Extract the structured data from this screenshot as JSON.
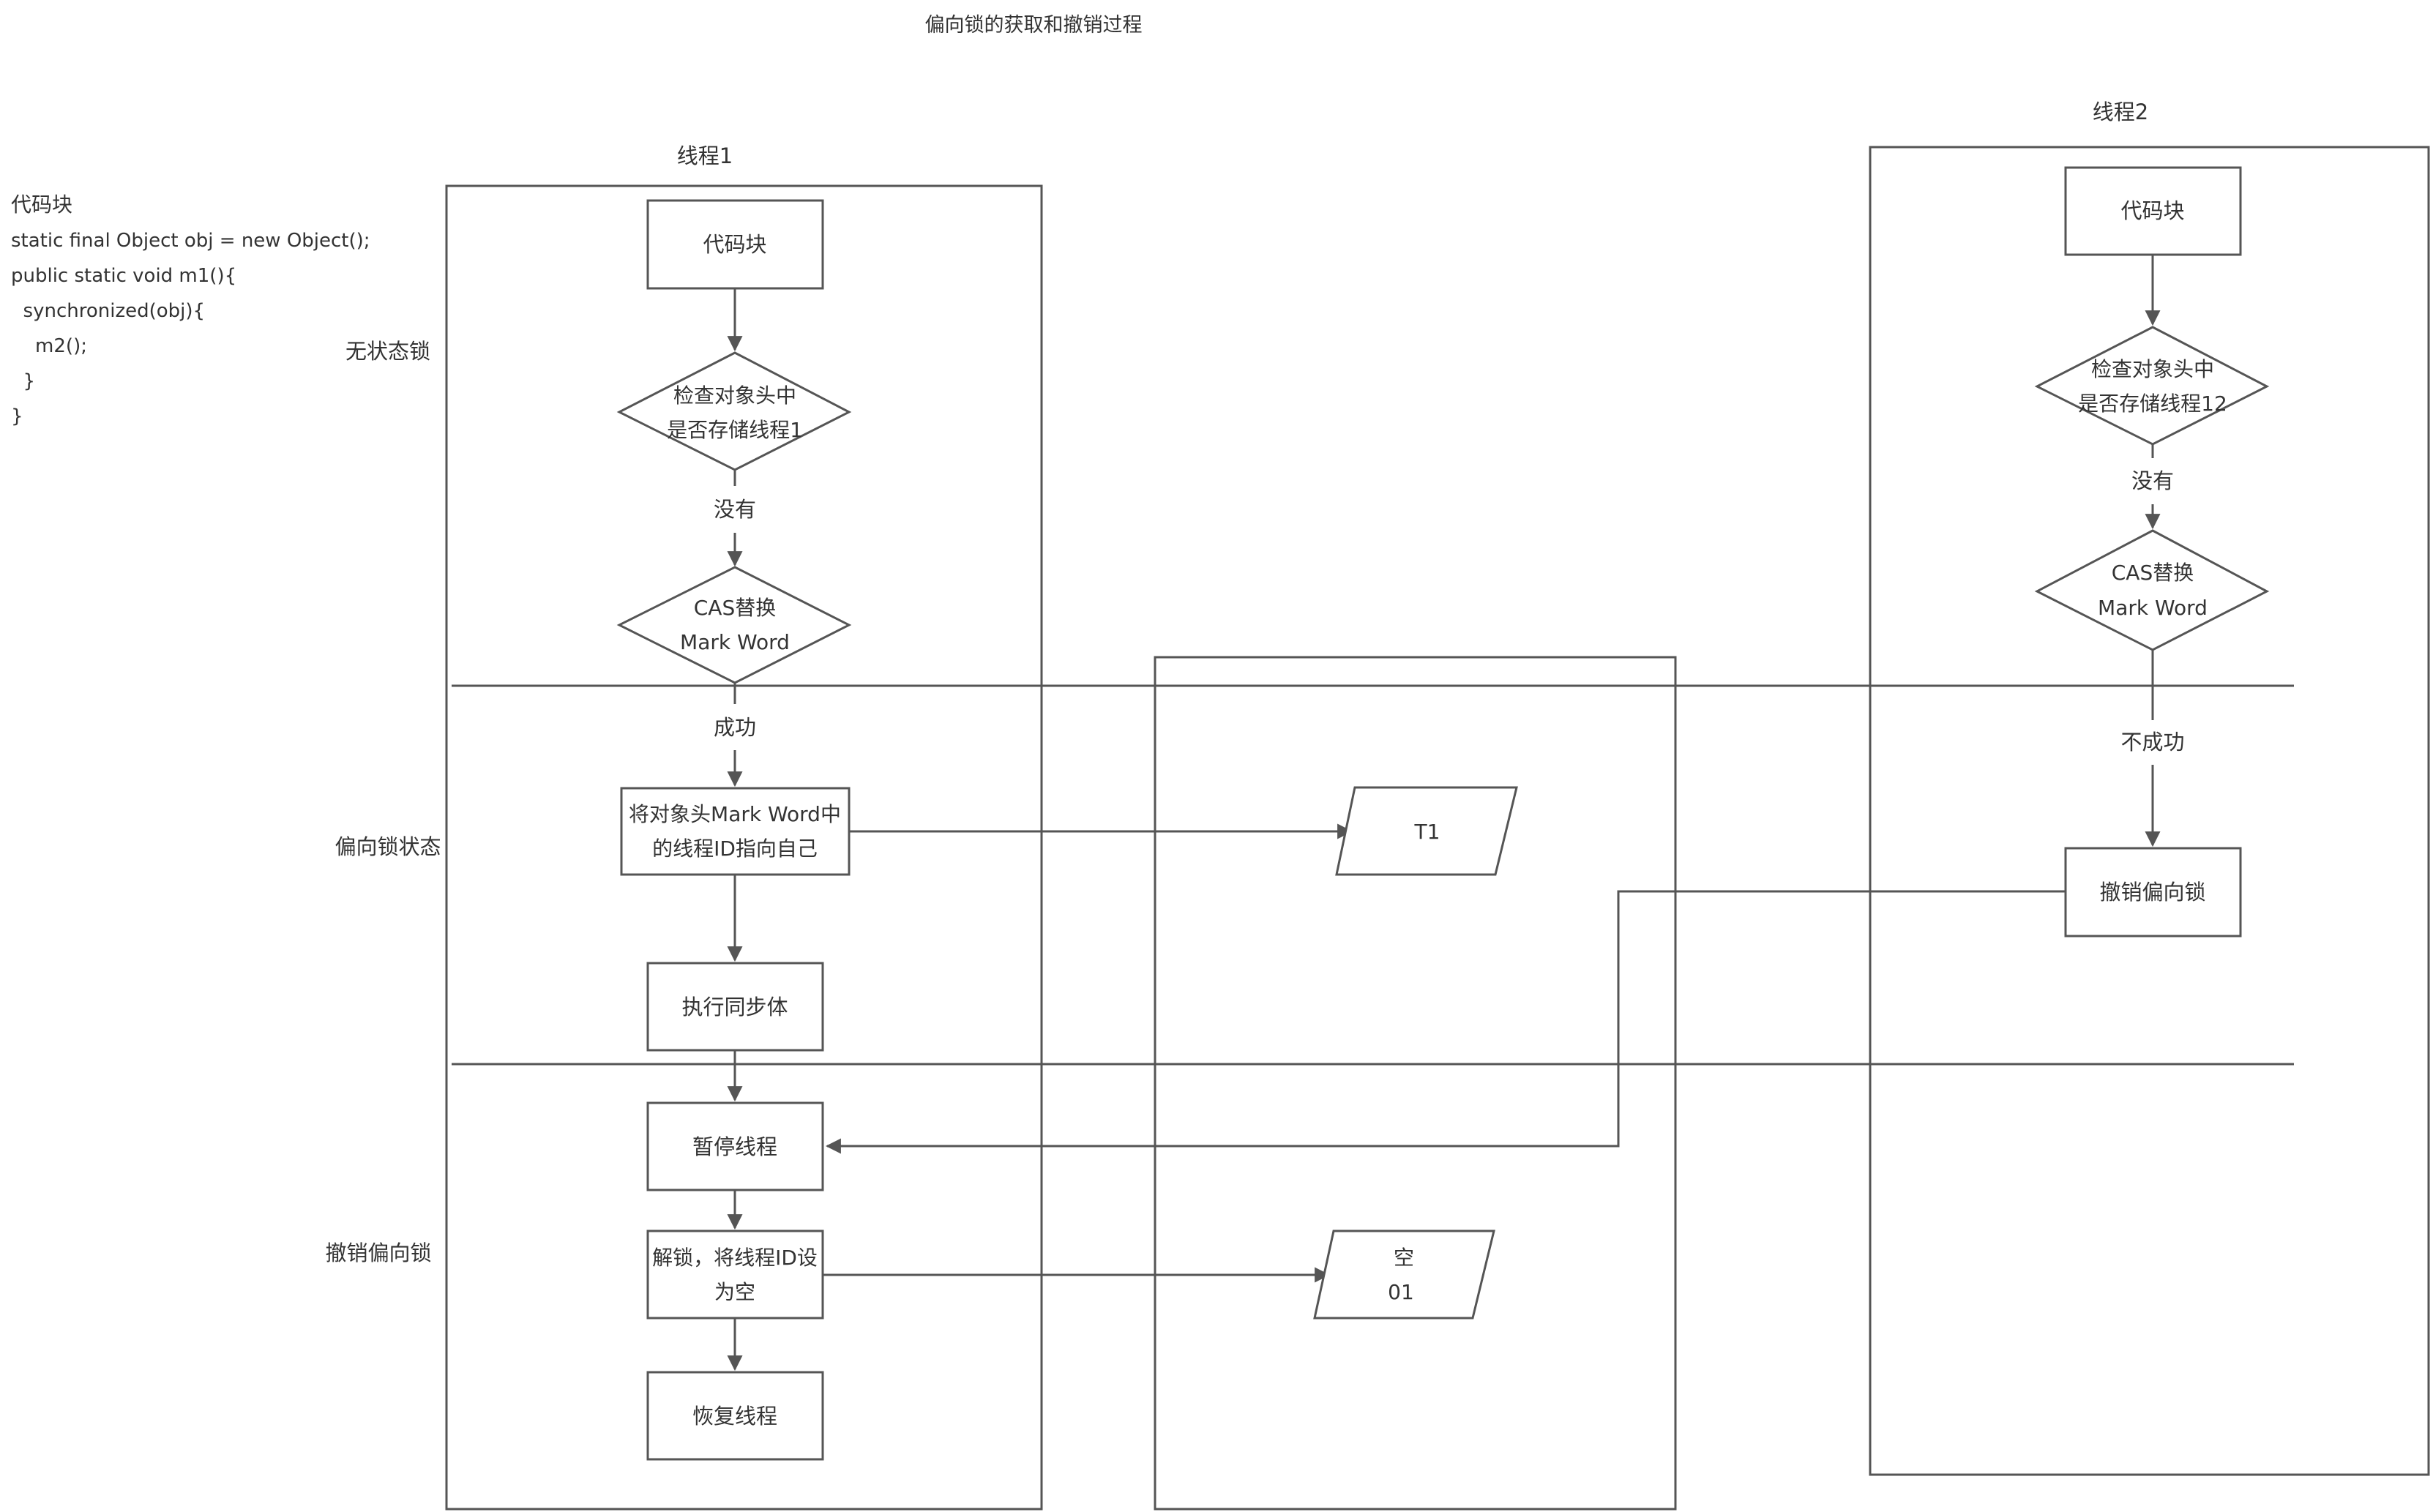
{
  "title": "偏向锁的获取和撤销过程",
  "lane_labels": {
    "thread1": "线程1",
    "thread2": "线程2"
  },
  "stage_labels": {
    "no_lock": "无状态锁",
    "biased": "偏向锁状态",
    "revoke": "撤销偏向锁"
  },
  "code": {
    "heading": "代码块",
    "lines": [
      "static final Object obj = new Object();",
      "public static void m1(){",
      "  synchronized(obj){",
      "    m2();",
      "  }",
      "}"
    ]
  },
  "thread1": {
    "code_block": "代码块",
    "check_line1": "检查对象头中",
    "check_line2": "是否存储线程1",
    "no": "没有",
    "cas_line1": "CAS替换",
    "cas_line2": "Mark Word",
    "success": "成功",
    "set_line1": "将对象头Mark Word中",
    "set_line2": "的线程ID指向自己",
    "exec_sync": "执行同步体",
    "pause": "暂停线程",
    "unlock_line1": "解锁，将线程ID设",
    "unlock_line2": "为空",
    "resume": "恢复线程"
  },
  "object_header": {
    "t1": "T1",
    "empty_line1": "空",
    "empty_line2": "01"
  },
  "thread2": {
    "code_block": "代码块",
    "check_line1": "检查对象头中",
    "check_line2": "是否存储线程12",
    "no": "没有",
    "cas_line1": "CAS替换",
    "cas_line2": "Mark Word",
    "fail": "不成功",
    "revoke": "撤销偏向锁"
  },
  "colors": {
    "stroke": "#555555",
    "text": "#333333",
    "background": "#ffffff"
  }
}
